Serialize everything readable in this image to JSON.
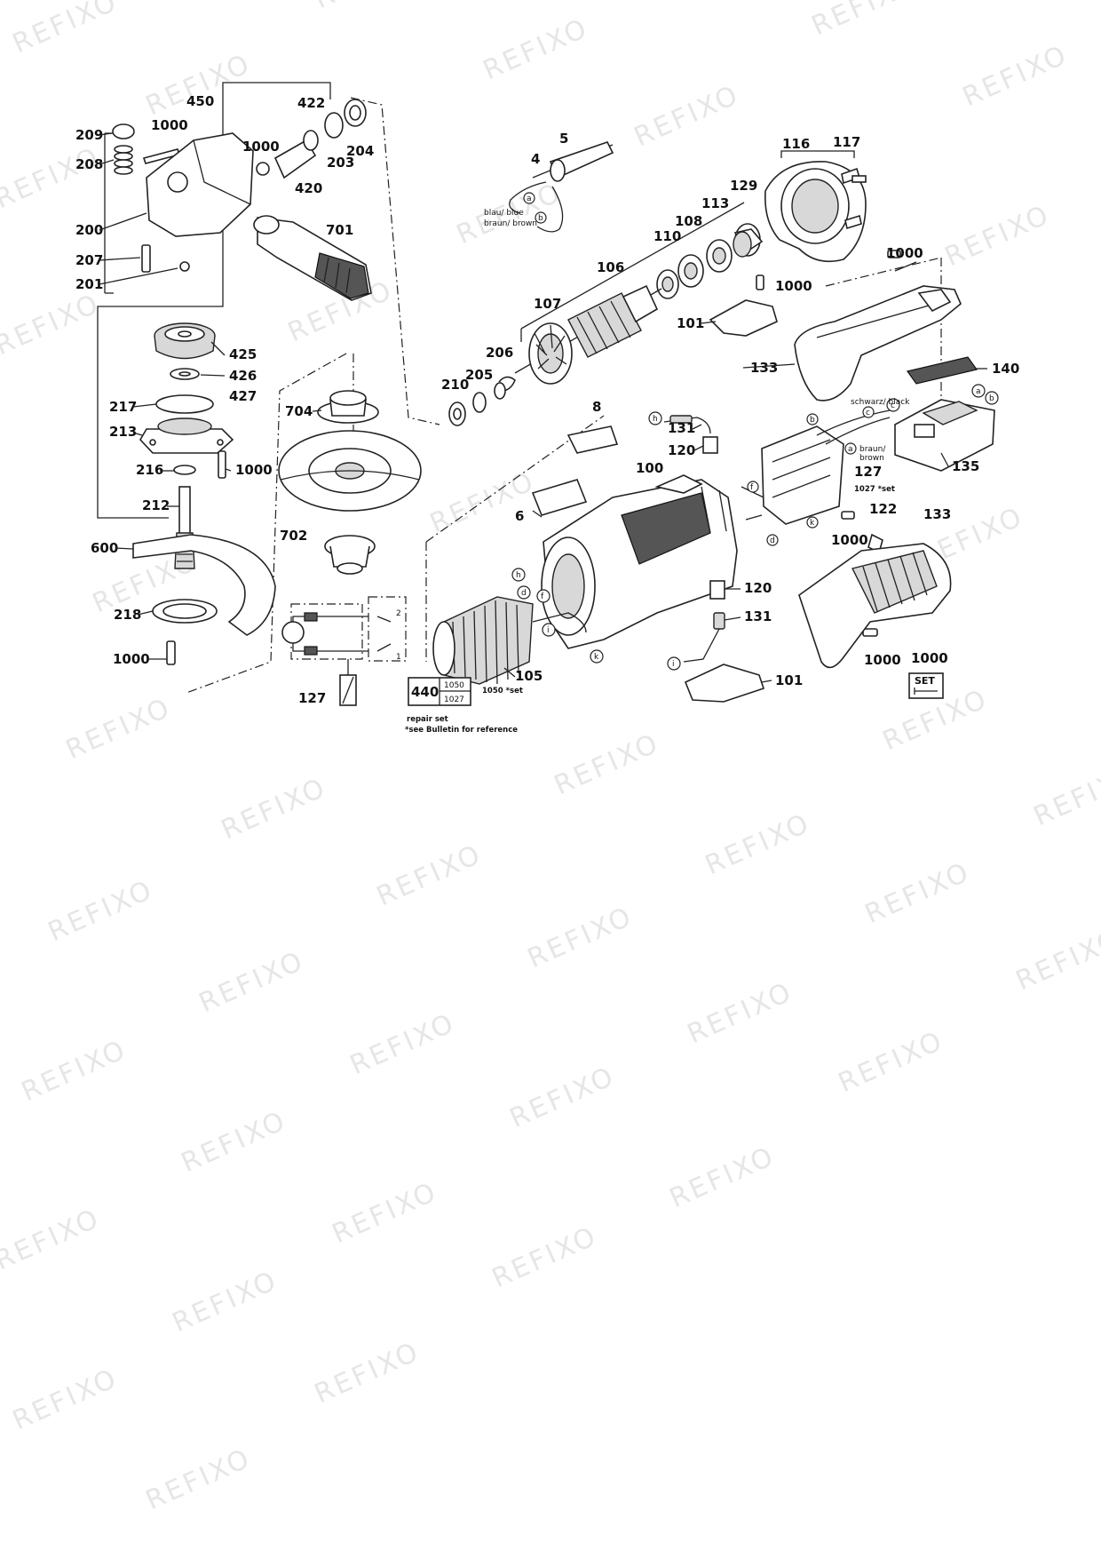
{
  "watermark": "REFIXO",
  "parts": {
    "p450": "450",
    "p422": "422",
    "p209": "209",
    "p1000a": "1000",
    "p208": "208",
    "p1000b": "1000",
    "p203": "203",
    "p204": "204",
    "p420": "420",
    "p200": "200",
    "p701": "701",
    "p207": "207",
    "p201": "201",
    "p425": "425",
    "p426": "426",
    "p427": "427",
    "p217": "217",
    "p213": "213",
    "p216": "216",
    "p1000c": "1000",
    "p212": "212",
    "p600": "600",
    "p218": "218",
    "p1000d": "1000",
    "p704": "704",
    "p702": "702",
    "p127a": "127",
    "p5": "5",
    "p4": "4",
    "p116": "116",
    "p117": "117",
    "p129": "129",
    "p113": "113",
    "p108": "108",
    "p110": "110",
    "p106": "106",
    "p1000e": "1000",
    "p1000f": "1000",
    "p107": "107",
    "p101a": "101",
    "p206": "206",
    "p210": "210",
    "p205": "205",
    "p133a": "133",
    "p140": "140",
    "p8": "8",
    "p131a": "131",
    "p120a": "120",
    "p135": "135",
    "p127b": "127",
    "p100": "100",
    "p6": "6",
    "p122": "122",
    "p1000g": "1000",
    "p133b": "133",
    "p120b": "120",
    "p131b": "131",
    "p105": "105",
    "p1000h": "1000",
    "p1000i": "1000",
    "p101b": "101"
  },
  "wire_labels": {
    "blue": "blau/ blue",
    "brown": "braun/ brown",
    "black": "schwarz/ black",
    "brown2_a": "braun/",
    "brown2_b": "brown"
  },
  "connectors": {
    "a": "a",
    "b": "b",
    "c": "c",
    "d": "d",
    "f": "f",
    "h": "h",
    "i": "i",
    "k": "k"
  },
  "set_notes": {
    "n1027": "1027 *set",
    "n1050": "1050 *set"
  },
  "repair_box": {
    "code": "440",
    "top": "1050",
    "bottom": "1027",
    "note1": "repair set",
    "note2": "*see Bulletin for reference"
  },
  "set_badge": "SET",
  "schematic": {
    "n2": "2",
    "n1": "1"
  }
}
